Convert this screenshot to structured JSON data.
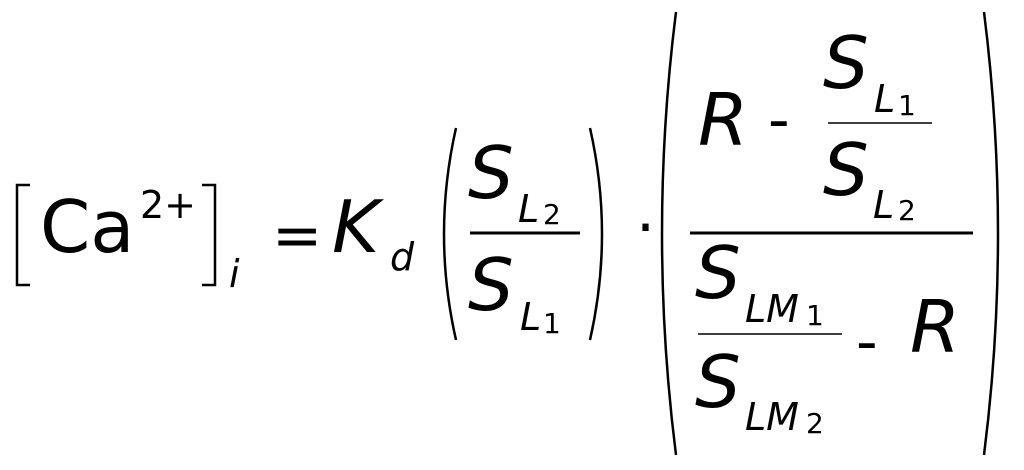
{
  "equation": {
    "lhs": {
      "species": "Ca",
      "charge": "2+",
      "subscript": "i"
    },
    "equals": "=",
    "kd": {
      "symbol": "K",
      "subscript": "d"
    },
    "ratio1": {
      "num": {
        "symbol": "S",
        "sub": "L",
        "subnum": "2"
      },
      "den": {
        "symbol": "S",
        "sub": "L",
        "subnum": "1"
      }
    },
    "dot": "·",
    "ratio2": {
      "num": {
        "r": "R",
        "minus": "-",
        "frac_num": {
          "symbol": "S",
          "sub": "L",
          "subnum": "1"
        },
        "frac_den": {
          "symbol": "S",
          "sub": "L",
          "subnum": "2"
        }
      },
      "den": {
        "frac_num": {
          "symbol": "S",
          "sub": "LM",
          "subnum": "1"
        },
        "frac_den": {
          "symbol": "S",
          "sub": "LM",
          "subnum": "2"
        },
        "minus": "-",
        "r": "R"
      }
    }
  }
}
